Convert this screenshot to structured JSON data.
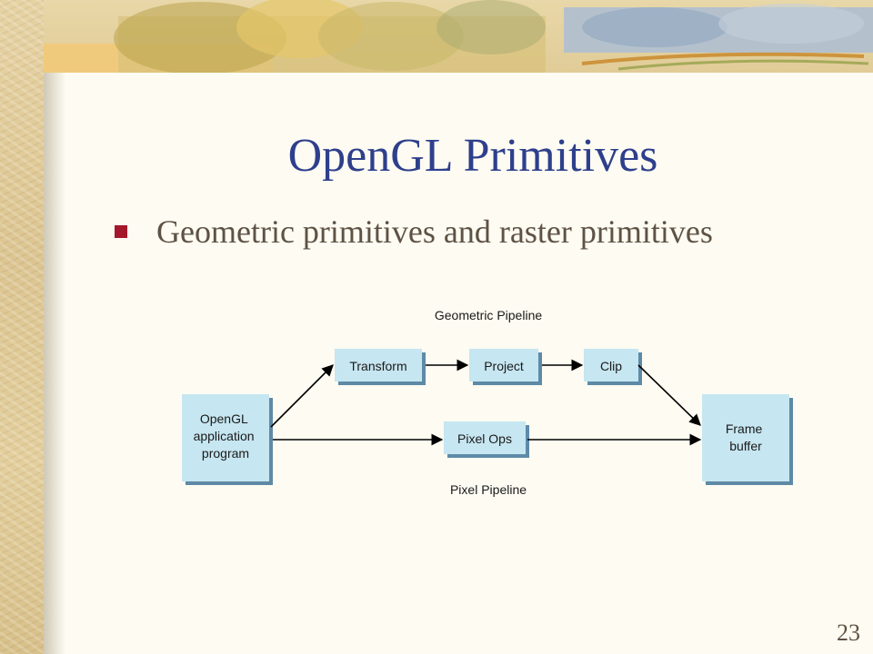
{
  "slide": {
    "title": "OpenGL Primitives",
    "bullet": "Geometric primitives and raster primitives",
    "page_number": "23"
  },
  "diagram": {
    "geometric_label": "Geometric Pipeline",
    "pixel_label": "Pixel Pipeline",
    "nodes": {
      "app": [
        "OpenGL",
        "application",
        "program"
      ],
      "transform": "Transform",
      "project": "Project",
      "clip": "Clip",
      "pixel_ops": "Pixel Ops",
      "frame": [
        "Frame",
        "buffer"
      ]
    }
  },
  "colors": {
    "title": "#2e3f8c",
    "bullet_mark": "#a3192b",
    "body_text": "#5e5244",
    "box_fill": "#c6e6f1",
    "box_shadow": "#5e8aa6"
  }
}
